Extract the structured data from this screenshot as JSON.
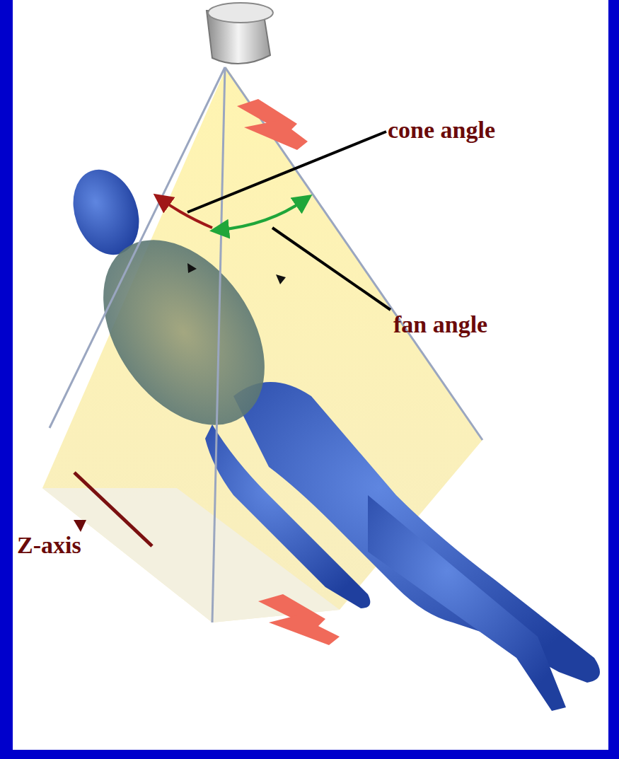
{
  "diagram": {
    "labels": [
      "cone angle",
      "fan angle",
      "Z-axis"
    ]
  }
}
